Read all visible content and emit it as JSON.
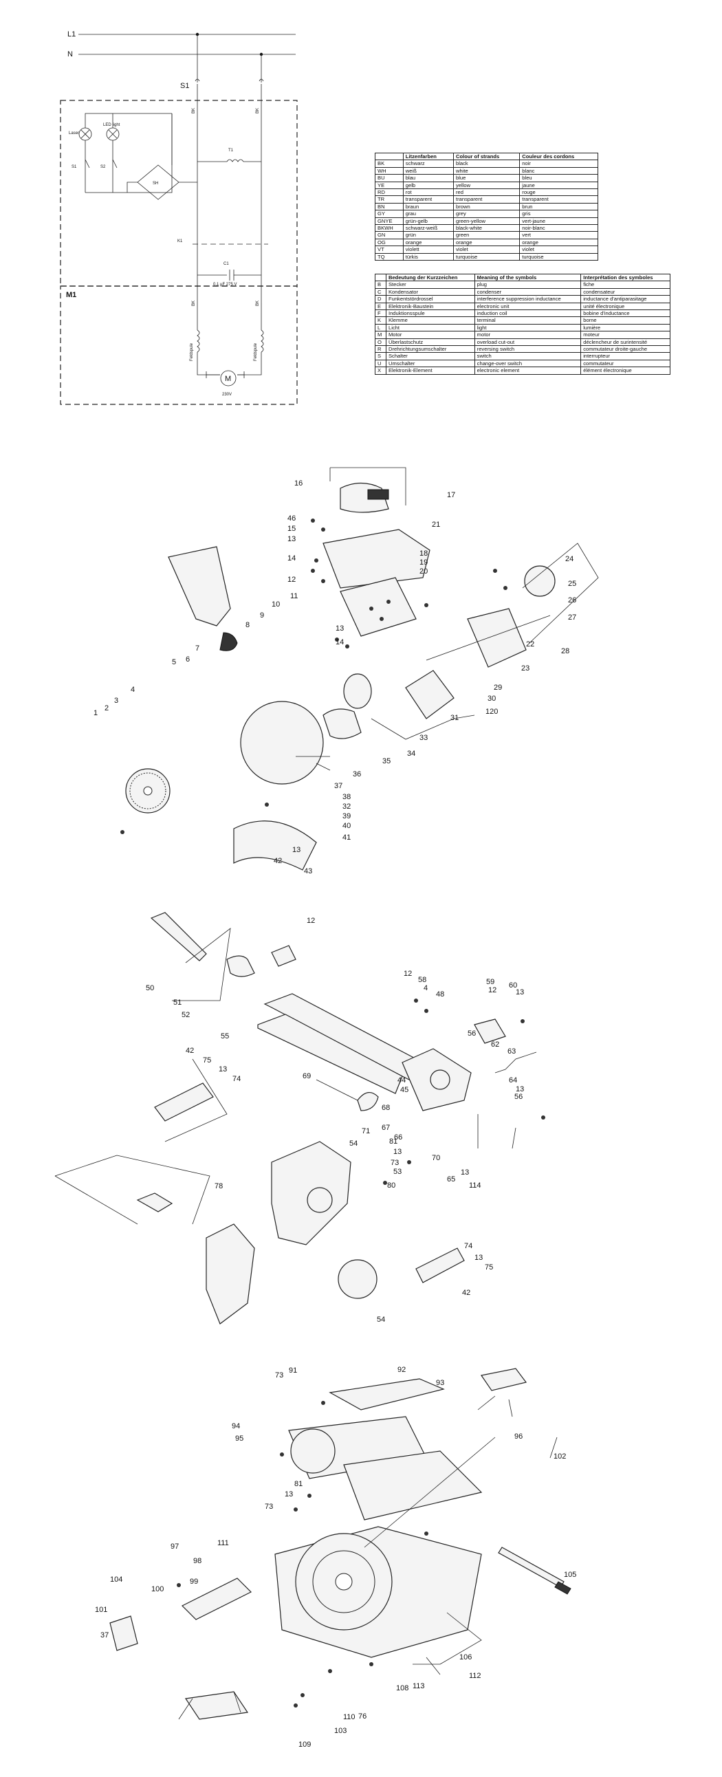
{
  "wiring": {
    "lines": [
      "L1",
      "N"
    ],
    "switch_label": "S1",
    "switch_terminals": [
      "BK",
      "BK"
    ],
    "box_labels": [
      "Laser",
      "LED light",
      "S1",
      "S2",
      "SH",
      "T1",
      "C1"
    ],
    "switch_s2_note": "K1",
    "capacitor_value": "0.1 µF 275 V",
    "motor_section": "M1",
    "motor_wire_colors": [
      "BK",
      "BK"
    ],
    "motor_winding_labels": [
      "Feldspule",
      "Feldspule"
    ],
    "motor_symbol": "M",
    "motor_voltage": "230V"
  },
  "colour_table": {
    "headers": [
      "",
      "Litzenfarben",
      "Colour of strands",
      "Couleur des cordons"
    ],
    "rows": [
      [
        "BK",
        "schwarz",
        "black",
        "noir"
      ],
      [
        "WH",
        "weiß",
        "white",
        "blanc"
      ],
      [
        "BU",
        "blau",
        "blue",
        "bleu"
      ],
      [
        "YE",
        "gelb",
        "yellow",
        "jaune"
      ],
      [
        "RD",
        "rot",
        "red",
        "rouge"
      ],
      [
        "TR",
        "transparent",
        "transparent",
        "transparent"
      ],
      [
        "BN",
        "braun",
        "brown",
        "brun"
      ],
      [
        "GY",
        "grau",
        "grey",
        "gris"
      ],
      [
        "GNYE",
        "grün-gelb",
        "green-yellow",
        "vert-jaune"
      ],
      [
        "BKWH",
        "schwarz-weiß",
        "black-white",
        "noir-blanc"
      ],
      [
        "GN",
        "grün",
        "green",
        "vert"
      ],
      [
        "OG",
        "orange",
        "orange",
        "orange"
      ],
      [
        "VT",
        "violett",
        "violet",
        "violet"
      ],
      [
        "TQ",
        "türkis",
        "turquoise",
        "turquoise"
      ]
    ]
  },
  "symbol_table": {
    "headers": [
      "",
      "Bedeutung der Kurzzeichen",
      "Meaning of the symbols",
      "Interprétation des symboles"
    ],
    "rows": [
      [
        "B",
        "Stecker",
        "plug",
        "fiche"
      ],
      [
        "C",
        "Kondensator",
        "condenser",
        "condensateur"
      ],
      [
        "D",
        "Funkentstördrossel",
        "interference suppression inductance",
        "inductance d'antiparasitage"
      ],
      [
        "E",
        "Elektronik-Baustein",
        "electronic unit",
        "unité électronique"
      ],
      [
        "F",
        "Induktionsspule",
        "induction coil",
        "bobine d'inductance"
      ],
      [
        "K",
        "Klemme",
        "terminal",
        "borne"
      ],
      [
        "L",
        "Licht",
        "light",
        "lumière"
      ],
      [
        "M",
        "Motor",
        "motor",
        "moteur"
      ],
      [
        "O",
        "Überlastschutz",
        "overload cut-out",
        "déclencheur de surintensité"
      ],
      [
        "R",
        "Drehrichtungsumschalter",
        "reversing switch",
        "commutateur droite-gauche"
      ],
      [
        "S",
        "Schalter",
        "switch",
        "interrupteur"
      ],
      [
        "U",
        "Umschalter",
        "change-over switch",
        "commutateur"
      ],
      [
        "X",
        "Elektronik-Element",
        "electronic element",
        "élément électronique"
      ]
    ]
  },
  "section2": {
    "callouts": [
      "16",
      "46",
      "15",
      "13",
      "14",
      "12",
      "11",
      "10",
      "9",
      "8",
      "7",
      "6",
      "5",
      "4",
      "3",
      "2",
      "1",
      "17",
      "21",
      "18",
      "19",
      "20",
      "22",
      "23",
      "24",
      "25",
      "26",
      "27",
      "28",
      "29",
      "30",
      "31",
      "120",
      "33",
      "34",
      "35",
      "36",
      "37",
      "38",
      "32",
      "39",
      "40",
      "41",
      "13",
      "42",
      "43",
      "13",
      "14"
    ]
  },
  "section3": {
    "callouts": [
      "12",
      "50",
      "51",
      "52",
      "55",
      "12",
      "58",
      "4",
      "48",
      "59",
      "12",
      "60",
      "13",
      "56",
      "62",
      "63",
      "64",
      "13",
      "56",
      "69",
      "44",
      "45",
      "68",
      "67",
      "66",
      "70",
      "65",
      "13",
      "114",
      "42",
      "75",
      "13",
      "74",
      "71",
      "54",
      "81",
      "13",
      "73",
      "53",
      "80",
      "78",
      "74",
      "13",
      "75",
      "42",
      "54"
    ]
  },
  "section4": {
    "callouts": [
      "73",
      "91",
      "92",
      "93",
      "94",
      "95",
      "96",
      "102",
      "81",
      "13",
      "73",
      "97",
      "98",
      "111",
      "99",
      "100",
      "101",
      "37",
      "104",
      "105",
      "106",
      "112",
      "113",
      "108",
      "76",
      "110",
      "103",
      "109"
    ]
  }
}
